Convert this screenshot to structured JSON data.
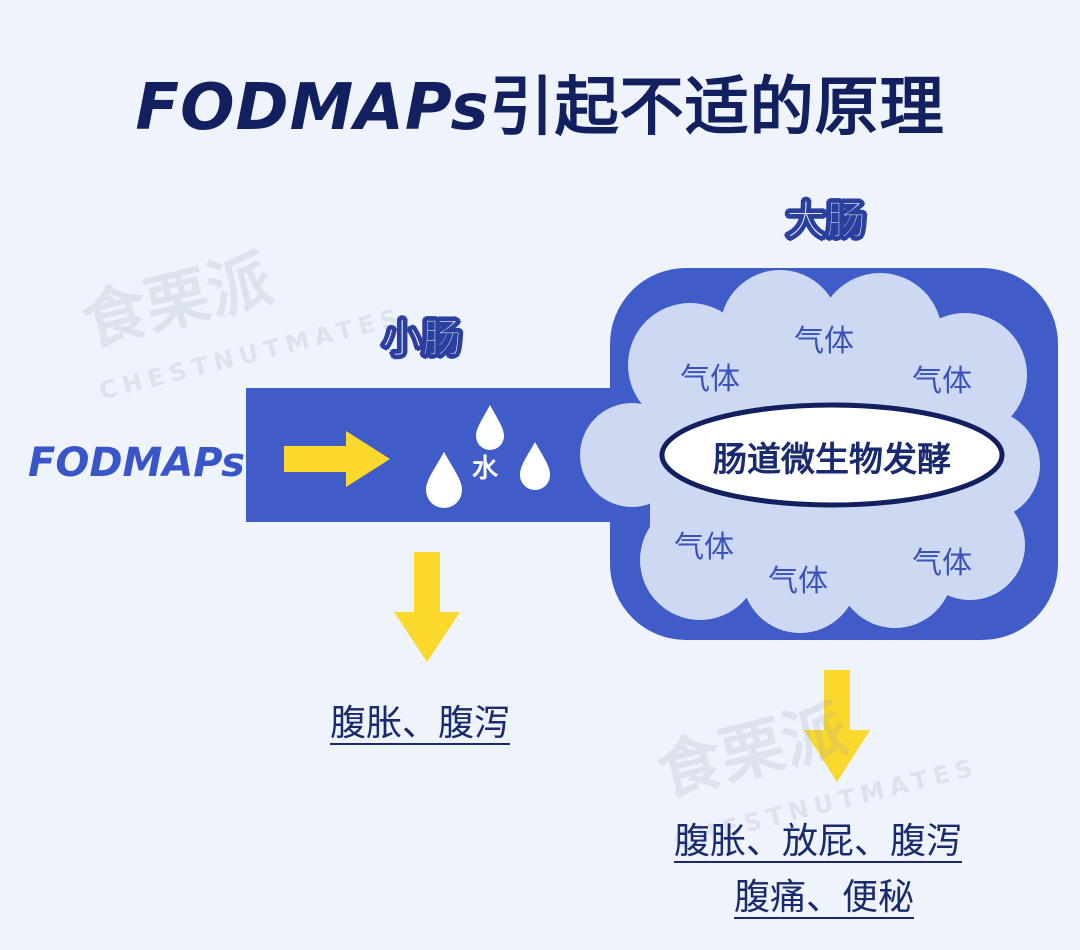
{
  "title_en": "FODMAPs",
  "title_cn": "引起不适的原理",
  "labels": {
    "small_intestine": "小肠",
    "large_intestine": "大肠",
    "fodmaps": "FODMAPs",
    "water": "水",
    "fermentation": "肠道微生物发酵",
    "gas": "气体"
  },
  "outcomes": {
    "small": "腹胀、腹泻",
    "large_line1": "腹胀、放屁、腹泻",
    "large_line2": "腹痛、便秘"
  },
  "watermark": {
    "cn": "食栗派",
    "en": "CHESTNUTMATES"
  },
  "colors": {
    "bg": "#eef3fc",
    "dark_navy": "#13205f",
    "intestine_blue": "#3f5cc9",
    "cloud": "#cdd9f3",
    "arrow_yellow": "#fbd92c"
  }
}
